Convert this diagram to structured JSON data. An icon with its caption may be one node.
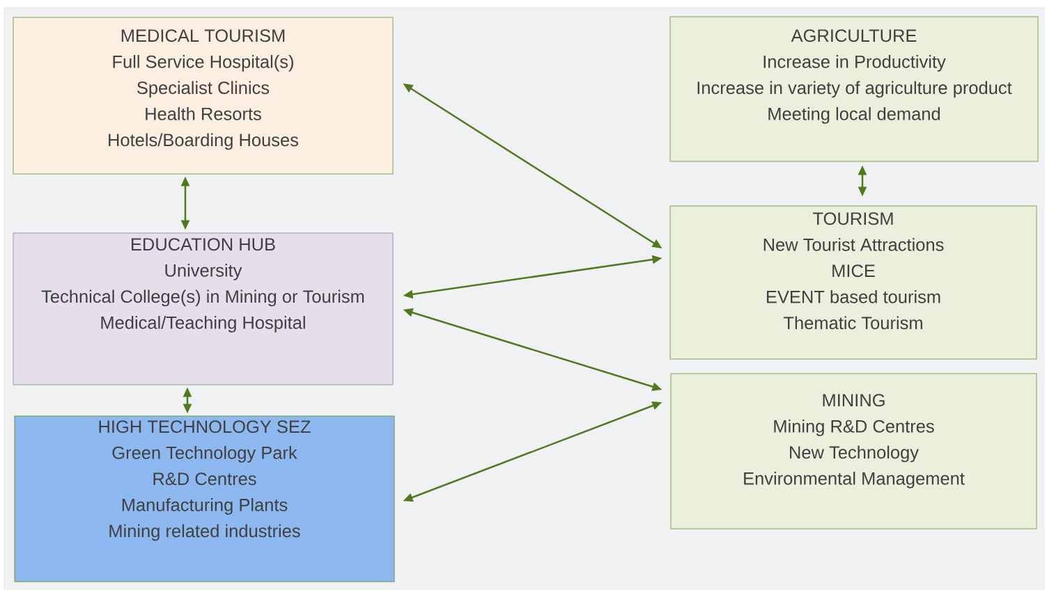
{
  "diagram": {
    "nodes": [
      {
        "text": [
          "MEDICAL TOURISM",
          "Full Service Hospital(s)",
          "Specialist Clinics",
          "Health Resorts",
          "Hotels/Boarding Houses"
        ]
      },
      {
        "text": [
          "EDUCATION HUB",
          "University",
          "Technical College(s) in Mining or Tourism",
          "Medical/Teaching Hospital"
        ]
      },
      {
        "text": [
          "HIGH TECHNOLOGY SEZ",
          "Green Technology Park",
          "R&D Centres",
          "Manufacturing Plants",
          "Mining related industries"
        ]
      },
      {
        "text": [
          "AGRICULTURE",
          "Increase in Productivity",
          "Increase in variety of agriculture product",
          "Meeting local demand"
        ]
      },
      {
        "text": [
          "TOURISM",
          "New Tourist Attractions",
          "MICE",
          "EVENT based tourism",
          "Thematic Tourism"
        ]
      },
      {
        "text": [
          "MINING",
          "Mining R&D Centres",
          "New Technology",
          "Environmental Management"
        ]
      }
    ],
    "edges": [
      {
        "from": 0,
        "to": 1,
        "arrow": "both"
      },
      {
        "from": 1,
        "to": 2,
        "arrow": "both"
      },
      {
        "from": 3,
        "to": 4,
        "arrow": "both"
      },
      {
        "from": 0,
        "to": 4,
        "arrow": "both"
      },
      {
        "from": 1,
        "to": 4,
        "arrow": "both"
      },
      {
        "from": 1,
        "to": 5,
        "arrow": "both"
      },
      {
        "from": 2,
        "to": 5,
        "arrow": "both"
      }
    ]
  }
}
